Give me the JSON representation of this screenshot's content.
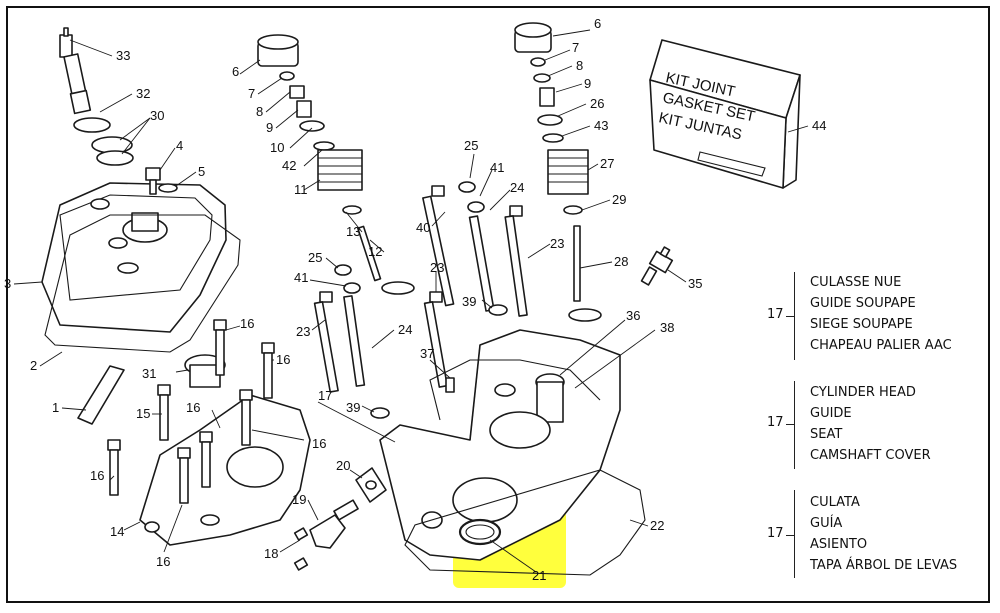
{
  "kit": {
    "line1": "KIT JOINT",
    "line2": "GASKET SET",
    "line3": "KIT JUNTAS"
  },
  "callouts": [
    "1",
    "2",
    "3",
    "4",
    "5",
    "6",
    "7",
    "8",
    "9",
    "10",
    "11",
    "12",
    "13",
    "14",
    "15",
    "16",
    "17",
    "18",
    "19",
    "20",
    "21",
    "22",
    "23",
    "24",
    "25",
    "26",
    "27",
    "28",
    "29",
    "30",
    "31",
    "32",
    "33",
    "35",
    "36",
    "37",
    "38",
    "39",
    "40",
    "41",
    "42",
    "43",
    "44"
  ],
  "legend": {
    "fr": {
      "ref": "17",
      "items": [
        "CULASSE NUE",
        "GUIDE SOUPAPE",
        "SIEGE SOUPAPE",
        "CHAPEAU PALIER AAC"
      ]
    },
    "en": {
      "ref": "17",
      "items": [
        "CYLINDER HEAD",
        "GUIDE",
        "SEAT",
        "CAMSHAFT COVER"
      ]
    },
    "es": {
      "ref": "17",
      "items": [
        "CULATA",
        "GUÍA",
        "ASIENTO",
        "TAPA ÁRBOL DE LEVAS"
      ]
    }
  },
  "highlight": {
    "part": "21",
    "color": "#ffff33"
  }
}
